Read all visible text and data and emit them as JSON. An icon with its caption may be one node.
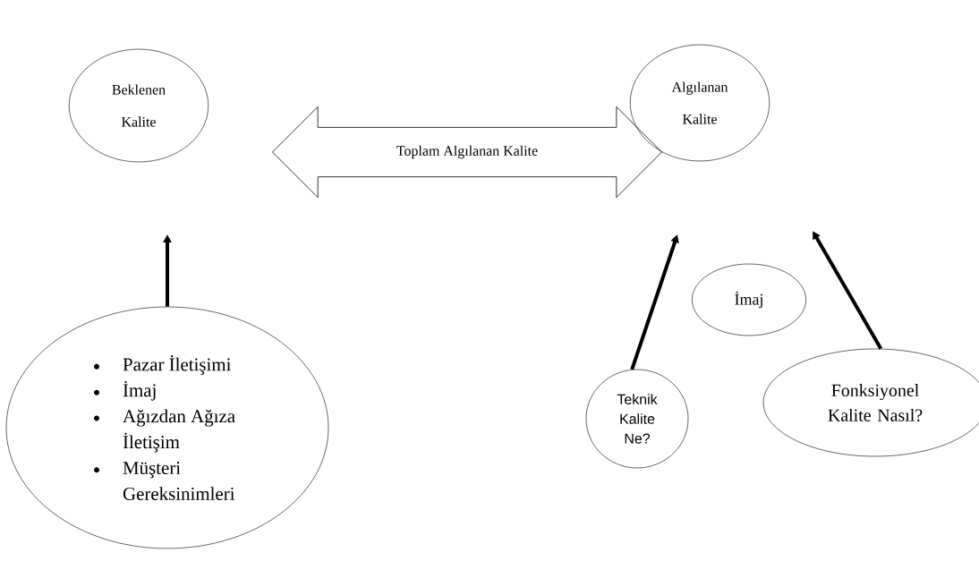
{
  "diagram": {
    "nodes": [
      {
        "text": [
          "Beklenen",
          "Kalite"
        ]
      },
      {
        "text": [
          "Algılanan",
          "Kalite"
        ]
      },
      {
        "text": [
          "Toplam Algılanan Kalite"
        ]
      },
      {
        "text": [
          "Pazar İletişimi",
          "İmaj",
          "Ağızdan Ağıza İletişim",
          "Müşteri Gereksinimleri"
        ]
      },
      {
        "text": [
          "İmaj"
        ]
      },
      {
        "text": [
          "Teknik Kalite Ne?"
        ]
      },
      {
        "text": [
          "Fonksiyonel Kalite Nasıl?"
        ]
      }
    ],
    "edges": [
      {
        "from": 3,
        "to": null,
        "arrow": "to"
      },
      {
        "from": 5,
        "to": null,
        "arrow": "to"
      },
      {
        "from": 6,
        "to": null,
        "arrow": "to"
      }
    ]
  }
}
